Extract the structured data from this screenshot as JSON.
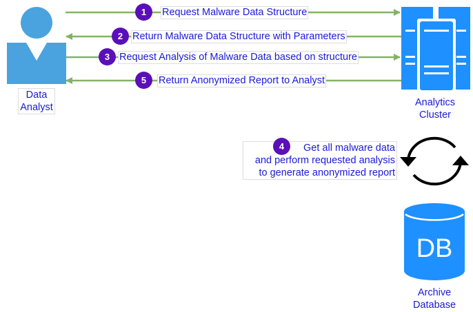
{
  "nodes": {
    "analyst_label": "Data\nAnalyst",
    "cluster_label": "Analytics\nCluster",
    "database_label": "Archive\nDatabase",
    "database_icon_text": "DB"
  },
  "steps": [
    {
      "number": "1",
      "label": "Request Malware Data Structure"
    },
    {
      "number": "2",
      "label": "Return Malware Data Structure with Parameters"
    },
    {
      "number": "3",
      "label": "Request Analysis of Malware Data based on structure"
    },
    {
      "number": "5",
      "label": "Return Anonymized Report to Analyst"
    }
  ],
  "process": {
    "number": "4",
    "label": "Get all malware data\nand perform requested analysis\nto generate anonymized report"
  },
  "colors": {
    "icon_blue": "#1e90ff",
    "analyst_blue": "#4aa3df",
    "arrow_green": "#82b366",
    "badge_purple": "#5b0fb8",
    "text_blue": "#1a1ad4"
  }
}
